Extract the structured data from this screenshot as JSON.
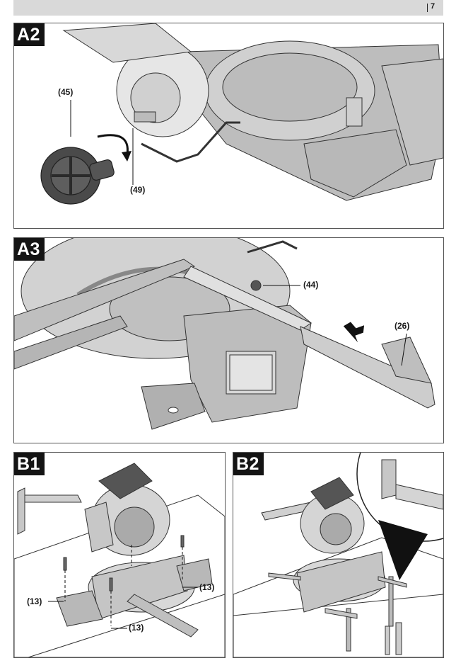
{
  "header": {
    "page_number": "7"
  },
  "panels": {
    "a2": {
      "tag": "A2",
      "callouts": {
        "c45": "(45)",
        "c49": "(49)"
      }
    },
    "a3": {
      "tag": "A3",
      "callouts": {
        "c44": "(44)",
        "c26": "(26)"
      }
    },
    "b1": {
      "tag": "B1",
      "callouts": {
        "c13a": "(13)",
        "c13b": "(13)",
        "c13c": "(13)"
      }
    },
    "b2": {
      "tag": "B2"
    }
  }
}
